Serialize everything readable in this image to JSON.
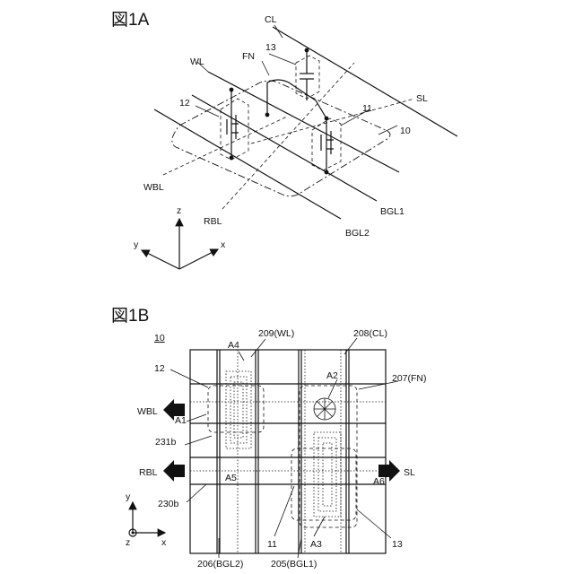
{
  "fig_a": {
    "title": "図1A",
    "labels": {
      "cl": "CL",
      "wl": "WL",
      "fn": "FN",
      "n13": "13",
      "n12": "12",
      "n11": "11",
      "sl": "SL",
      "n10": "10",
      "wbl": "WBL",
      "rbl": "RBL",
      "bgl1": "BGL1",
      "bgl2": "BGL2",
      "ax_z": "z",
      "ax_y": "y",
      "ax_x": "x"
    }
  },
  "fig_b": {
    "title": "図1B",
    "labels": {
      "ref10": "10",
      "a4": "A4",
      "wl209": "209(WL)",
      "cl208": "208(CL)",
      "n12": "12",
      "a2": "A2",
      "fn207": "207(FN)",
      "wbl": "WBL",
      "a1": "A1",
      "n231b": "231b",
      "rbl": "RBL",
      "a5": "A5",
      "sl": "SL",
      "a6": "A6",
      "n230b": "230b",
      "n11": "11",
      "a3": "A3",
      "n13": "13",
      "bgl2": "206(BGL2)",
      "bgl1": "205(BGL1)",
      "ax_y": "y",
      "ax_z": "z",
      "ax_x": "x"
    }
  }
}
